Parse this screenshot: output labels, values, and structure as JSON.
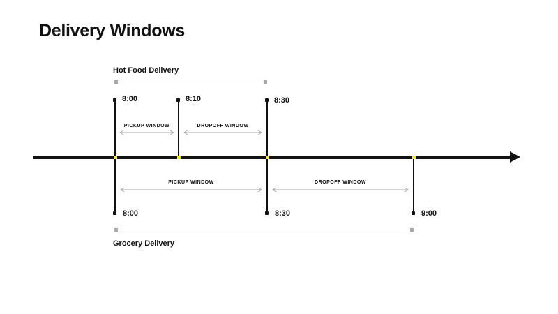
{
  "title": "Delivery Windows",
  "groups": {
    "hot_food": {
      "label": "Hot Food Delivery",
      "markers": [
        {
          "time": "8:00"
        },
        {
          "time": "8:10"
        },
        {
          "time": "8:30"
        }
      ],
      "windows": [
        {
          "label": "PICKUP WINDOW",
          "from": "8:00",
          "to": "8:10"
        },
        {
          "label": "DROPOFF WINDOW",
          "from": "8:10",
          "to": "8:30"
        }
      ]
    },
    "grocery": {
      "label": "Grocery Delivery",
      "markers": [
        {
          "time": "8:00"
        },
        {
          "time": "8:30"
        },
        {
          "time": "9:00"
        }
      ],
      "windows": [
        {
          "label": "PICKUP WINDOW",
          "from": "8:00",
          "to": "8:30"
        },
        {
          "label": "DROPOFF WINDOW",
          "from": "8:30",
          "to": "9:00"
        }
      ]
    }
  },
  "colors": {
    "timeline": "#111111",
    "text": "#111111",
    "bracket_gray": "#a8a8a8",
    "intersection_dot_yellow": "#efe74a"
  }
}
